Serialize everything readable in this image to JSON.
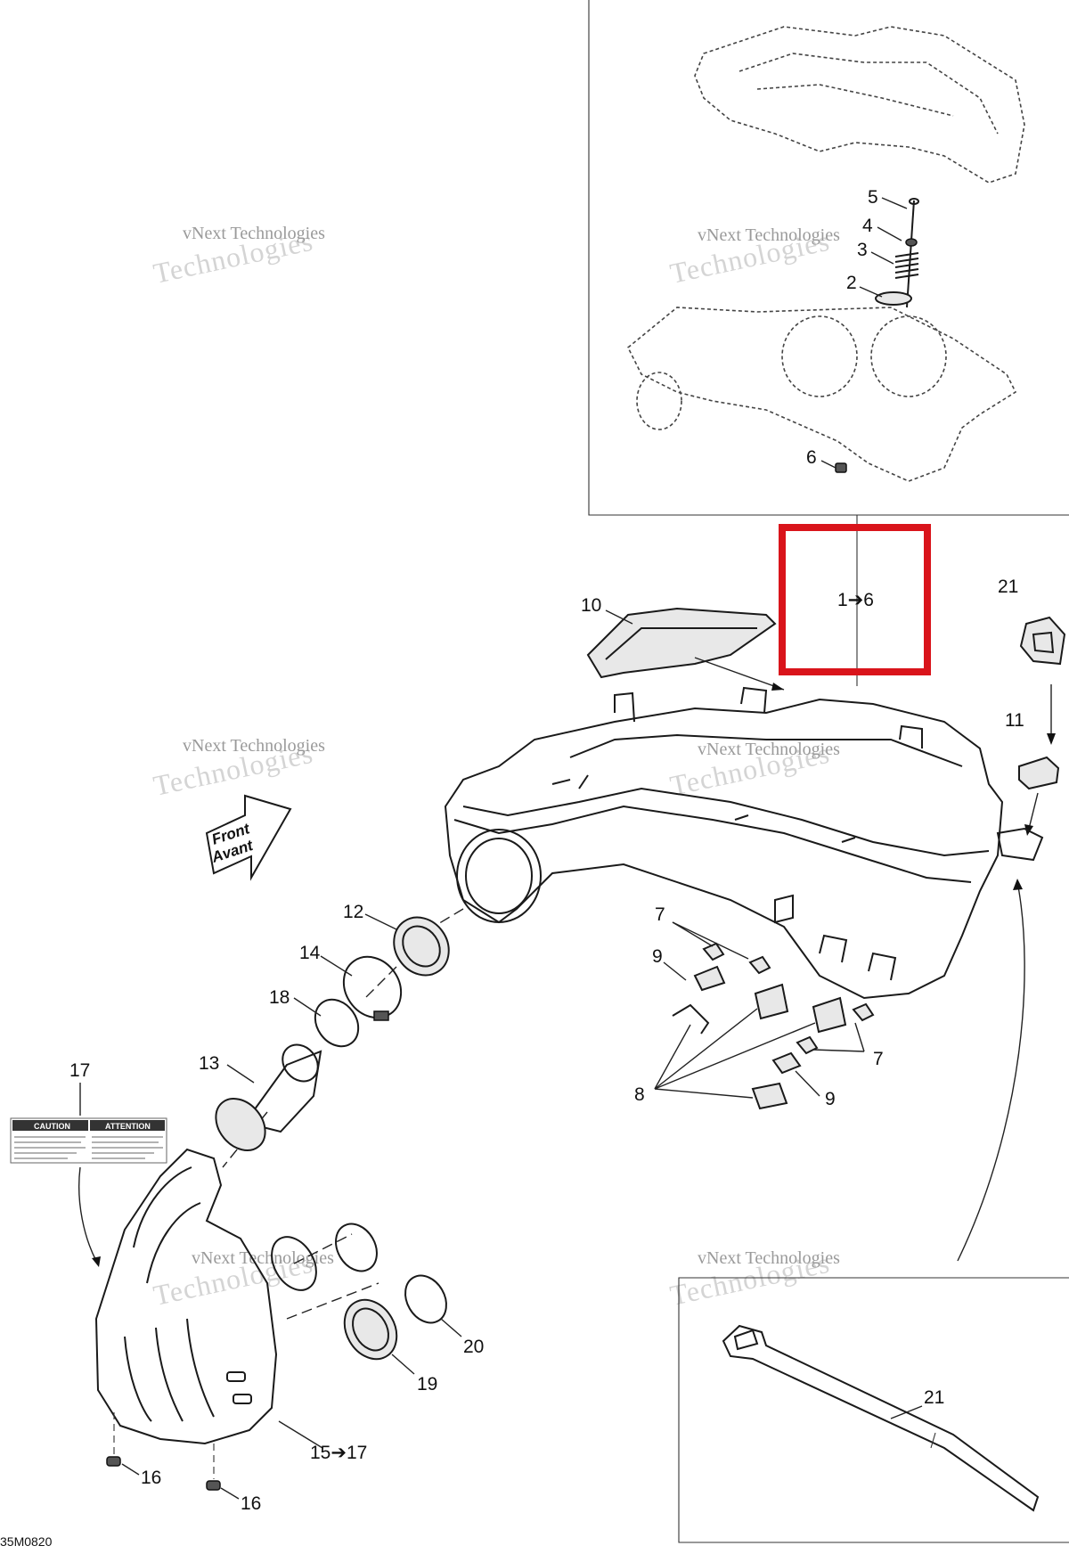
{
  "diagram": {
    "code": "35M0820",
    "callouts": {
      "c1_6": "1➔6",
      "c2": "2",
      "c3": "3",
      "c4": "4",
      "c5": "5",
      "c6": "6",
      "c7a": "7",
      "c7b": "7",
      "c8": "8",
      "c9a": "9",
      "c9b": "9",
      "c10": "10",
      "c11": "11",
      "c12": "12",
      "c13": "13",
      "c14": "14",
      "c15_17": "15➔17",
      "c16a": "16",
      "c16b": "16",
      "c17": "17",
      "c18": "18",
      "c19": "19",
      "c20": "20",
      "c21a": "21",
      "c21b": "21"
    },
    "front_arrow": {
      "line1": "Front",
      "line2": "Avant"
    },
    "warning_label": {
      "left": "CAUTION",
      "right": "ATTENTION"
    },
    "watermark": {
      "line1": "vNext Technologies",
      "line2": "Technologies"
    },
    "highlight_color": "#d9141b"
  }
}
